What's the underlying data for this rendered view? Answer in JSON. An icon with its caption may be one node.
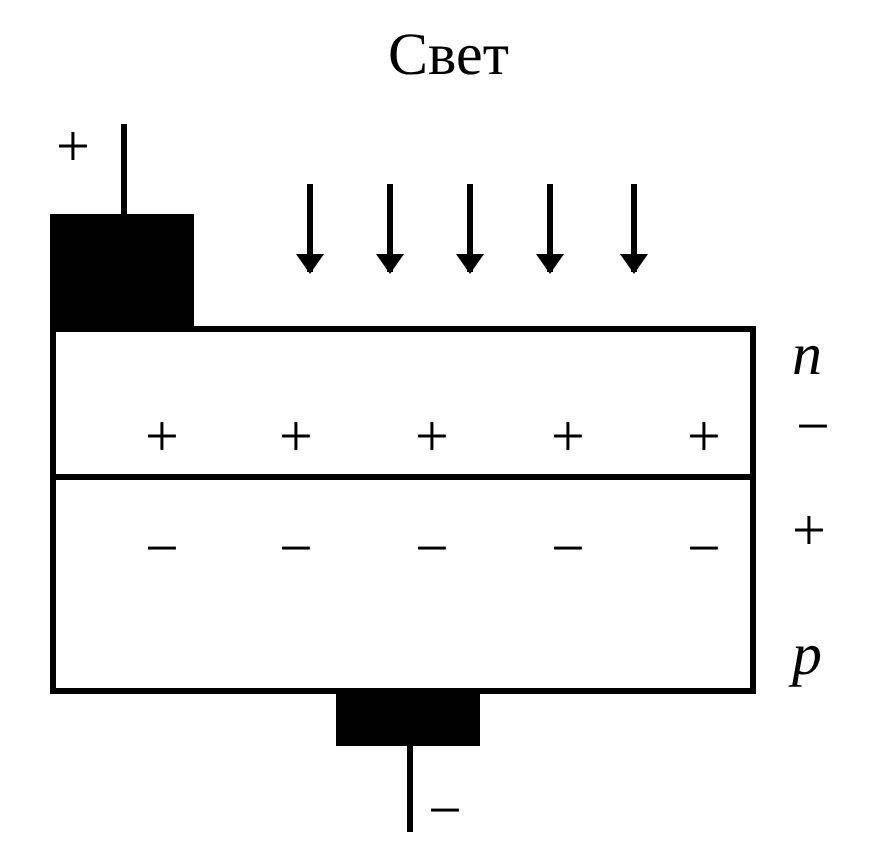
{
  "diagram": {
    "nodes": [
      {
        "text": [
          "+",
          "+",
          "+",
          "+",
          "+"
        ]
      },
      {
        "text": [
          "−",
          "−",
          "−",
          "−",
          "−"
        ]
      }
    ],
    "labels": [
      "Свет",
      "+",
      "n",
      "−",
      "+",
      "p",
      "−"
    ]
  }
}
